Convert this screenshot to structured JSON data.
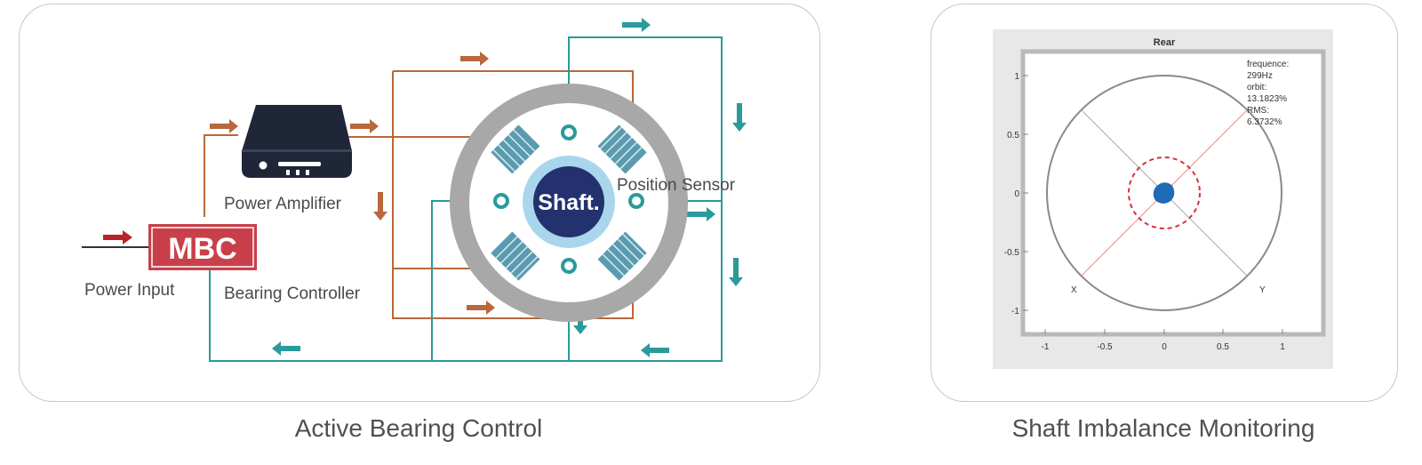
{
  "left_panel": {
    "caption": "Active Bearing Control",
    "labels": {
      "power_amplifier": "Power Amplifier",
      "power_input": "Power Input",
      "bearing_controller": "Bearing Controller",
      "mbc": "MBC",
      "shaft": "Shaft.",
      "position_sensor": "Position Sensor"
    },
    "colors": {
      "power_line": "#b8683a",
      "signal_line": "#2b9a9a",
      "input_arrow": "#b8232a",
      "mbc_red": "#c9404a",
      "shaft_core": "#23326e",
      "shaft_halo": "#a9d6ec",
      "stator_ring": "#a8a8a8",
      "coil": "#5a9bb0",
      "amplifier": "#1f2638"
    }
  },
  "right_panel": {
    "caption": "Shaft Imbalance Monitoring",
    "plot": {
      "title": "Rear",
      "info_lines": [
        "frequence:",
        "299Hz",
        "orbit:",
        "13.1823%",
        "RMS:",
        "6.3732%"
      ],
      "x_ticks": [
        "-1",
        "-0.5",
        "0",
        "0.5",
        "1"
      ],
      "y_ticks": [
        "1",
        "0.5",
        "0",
        "-0.5",
        "-1"
      ],
      "axis_x_label": "X",
      "axis_y_label": "Y",
      "colors": {
        "orbit": "#1f6bb5",
        "limit_circle": "#d9303a",
        "outer_circle": "#8a8a8a",
        "x_axis_line": "#f08a8a",
        "y_axis_line": "#aaaaaa"
      }
    }
  }
}
